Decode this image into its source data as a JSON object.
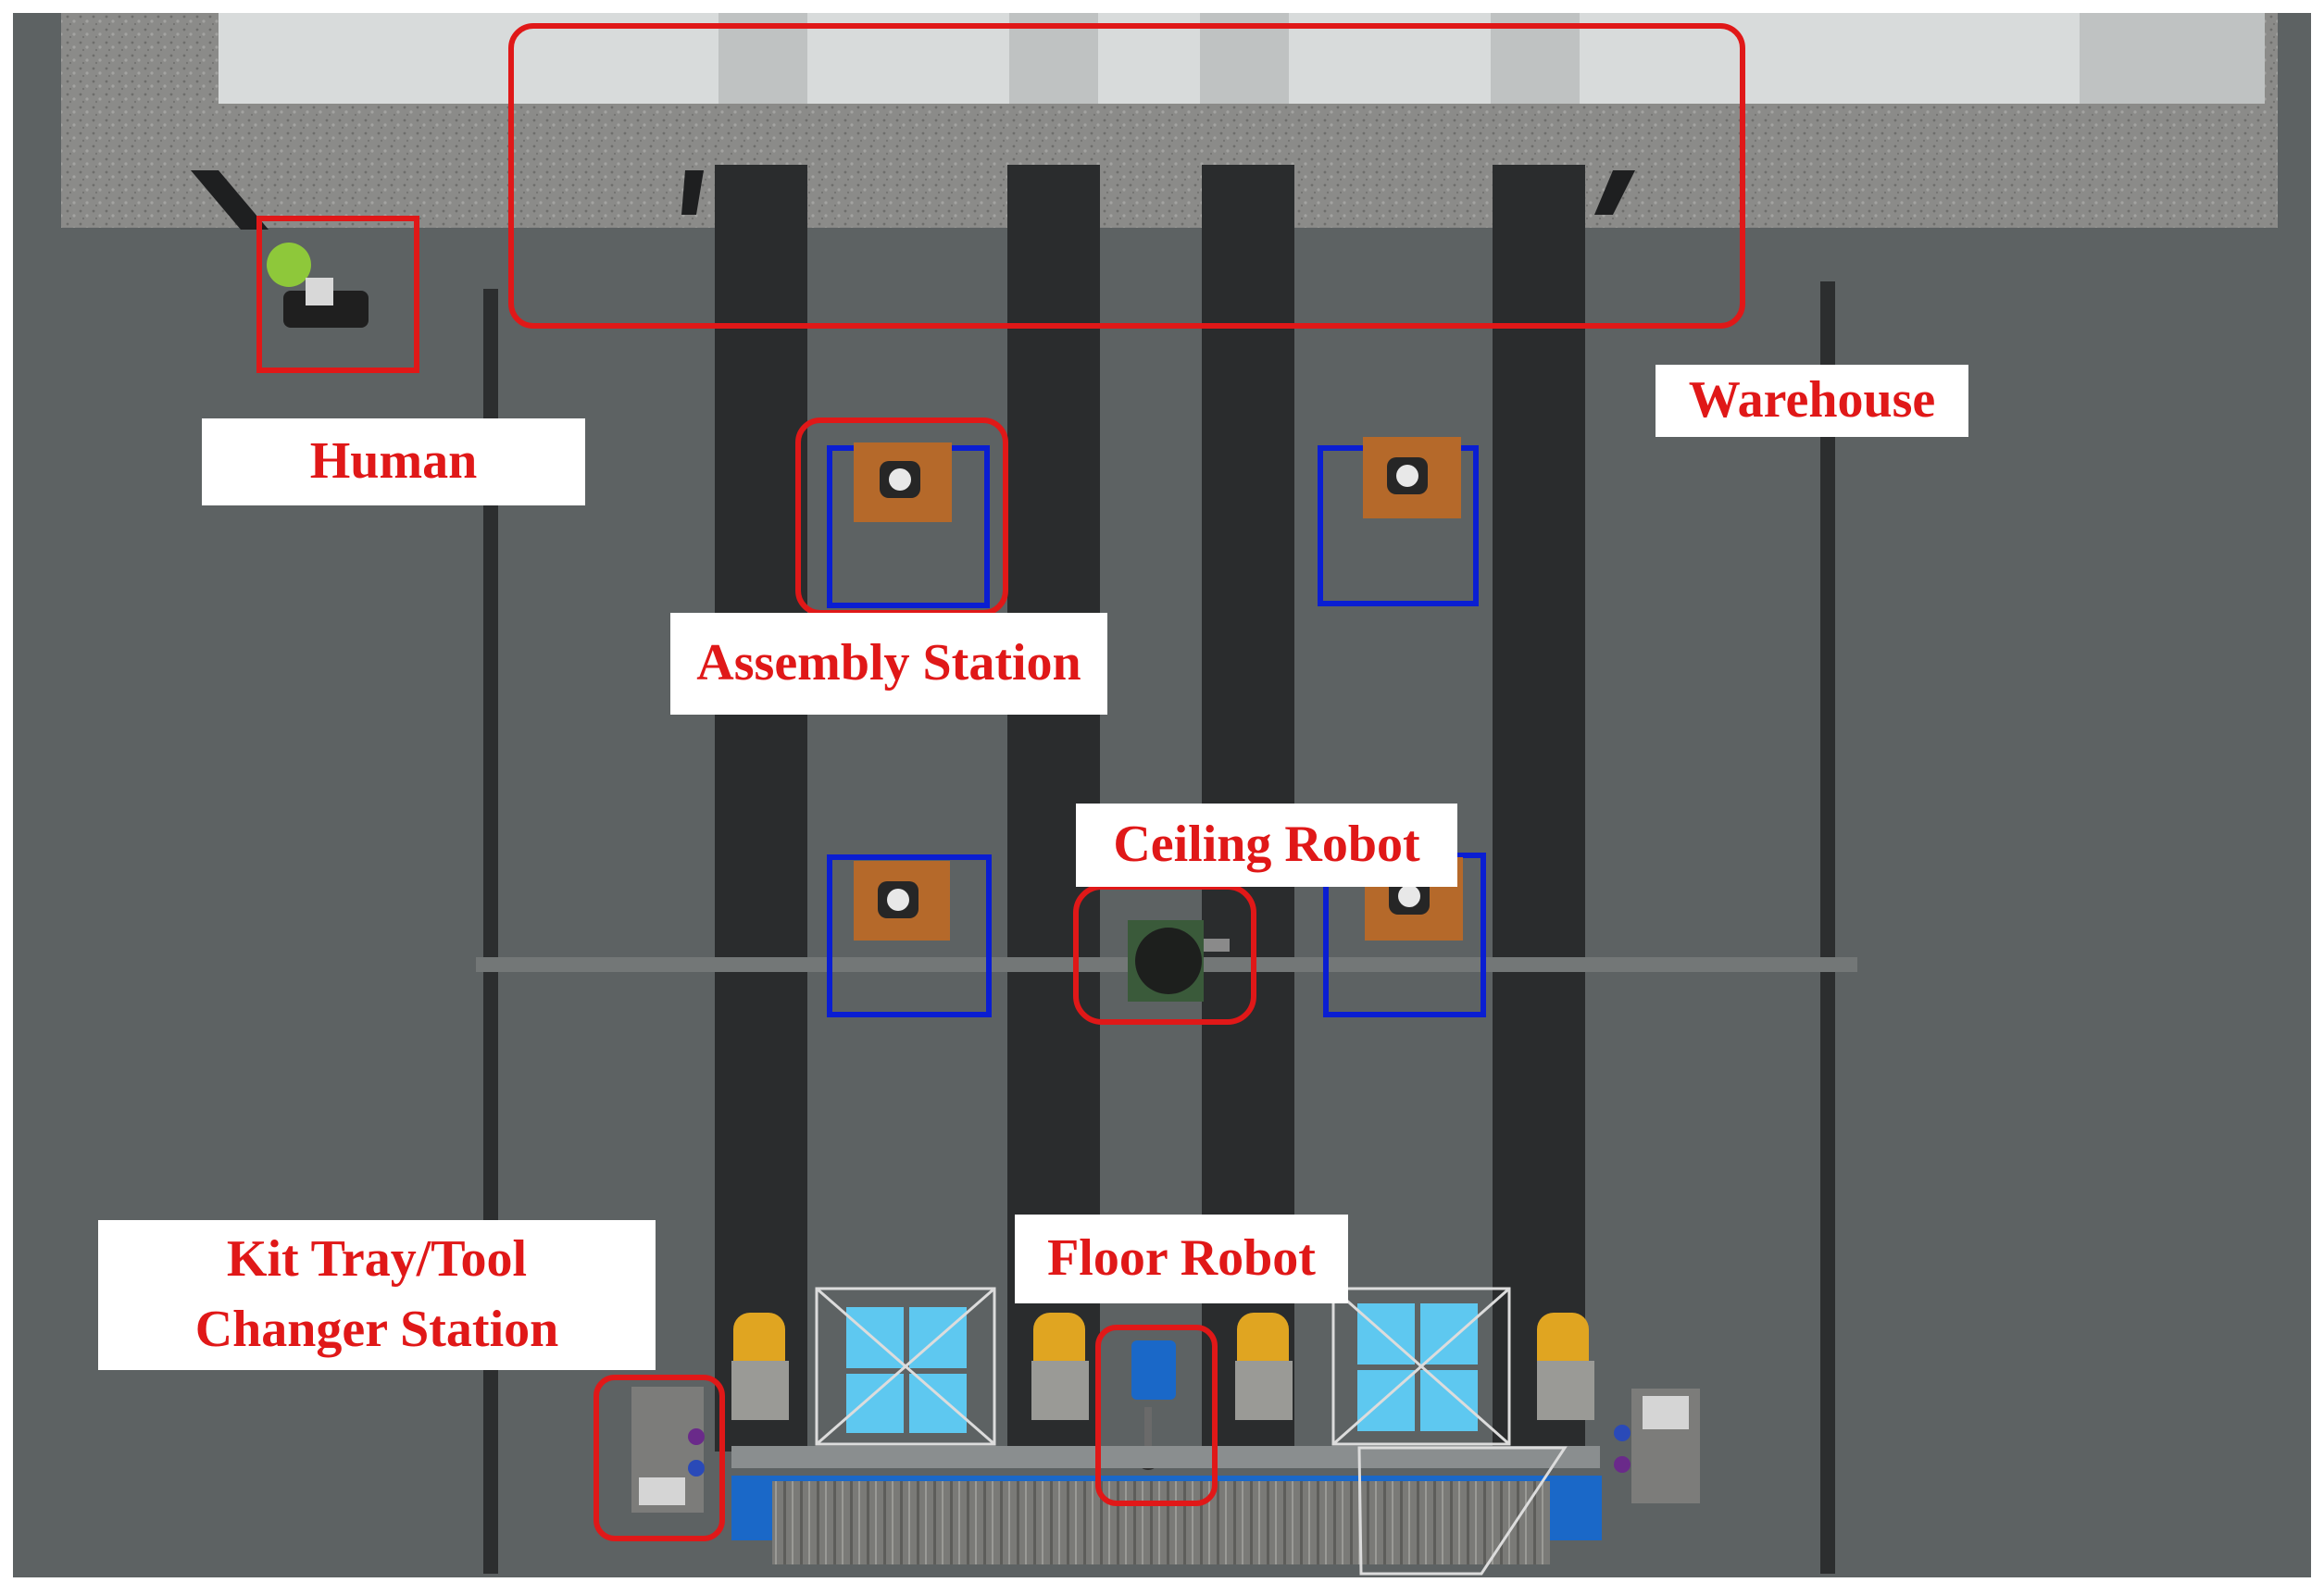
{
  "labels": {
    "human": "Human",
    "warehouse": "Warehouse",
    "assembly_station": "Assembly Station",
    "ceiling_robot": "Ceiling Robot",
    "floor_robot": "Floor Robot",
    "kit_tray_line1": "Kit Tray/Tool",
    "kit_tray_line2": "Changer Station"
  },
  "colors": {
    "floor": "#5c6162",
    "warehouse_wall": "#8a8a88",
    "warehouse_roof": "#d9dcdc",
    "lane": "#2a2c2d",
    "highlight_red": "#e01818",
    "station_blue": "#0a1ed2",
    "station_orange": "#b5692a",
    "bin_blue": "#5ec8f0",
    "conveyor": "#6f6f6c",
    "label_text": "#e01818"
  }
}
